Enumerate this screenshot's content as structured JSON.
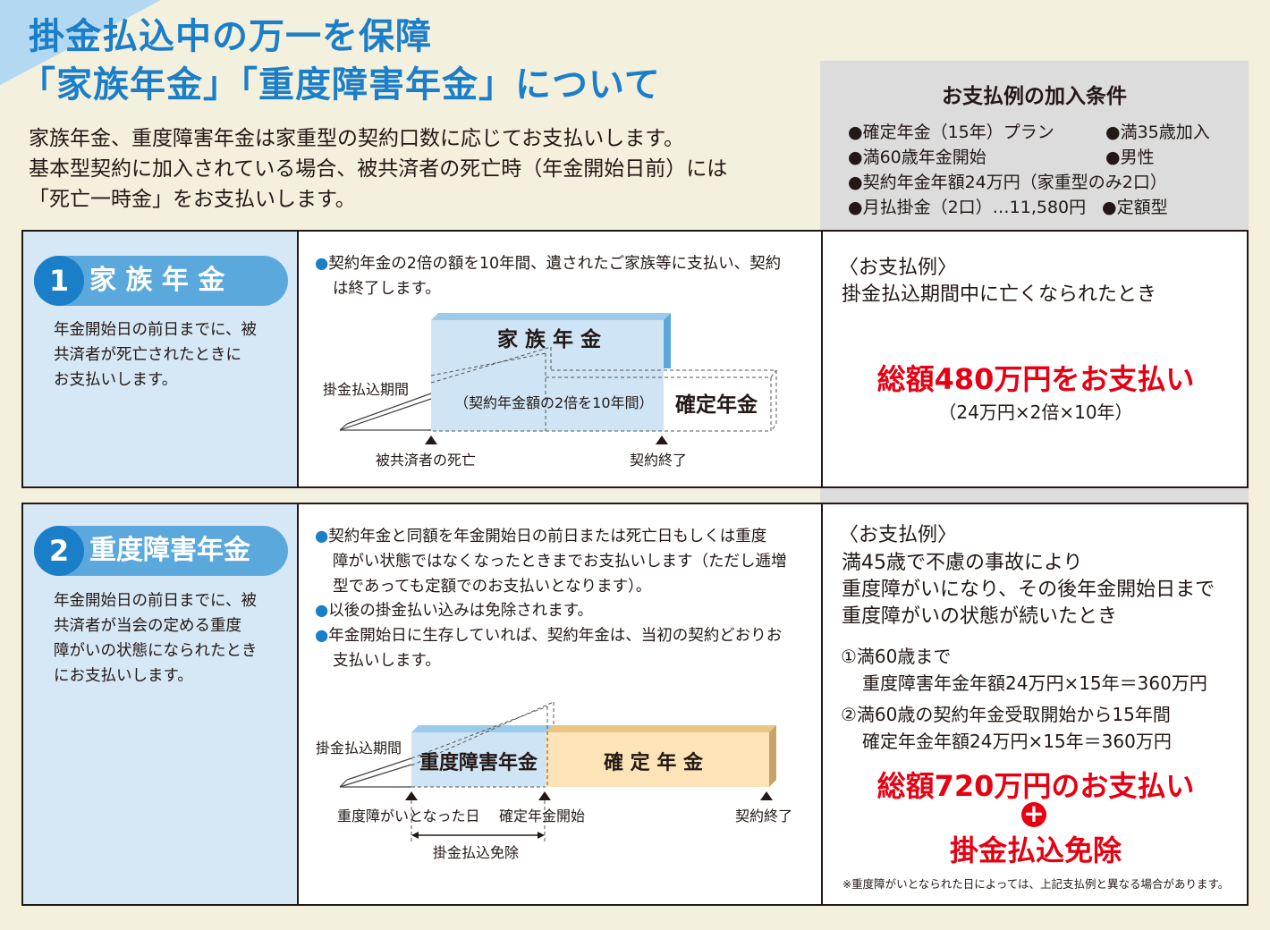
{
  "header": {
    "title_line1": "掛金払込中の万一を保障",
    "title_line2": "「家族年金」「重度障害年金」について",
    "intro": [
      "家族年金、重度障害年金は家重型の契約口数に応じてお支払いします。",
      "基本型契約に加入されている場合、被共済者の死亡時（年金開始日前）には",
      "「死亡一時金」をお支払いします。"
    ]
  },
  "conditions": {
    "title": "お支払例の加入条件",
    "items": [
      "●確定年金（15年）プラン",
      "●満35歳加入",
      "●満60歳年金開始",
      "●男性",
      "●契約年金年額24万円（家重型のみ2口）",
      "●月払掛金（2口）…11,580円",
      "●定額型"
    ]
  },
  "section1": {
    "number": "1",
    "label": "家 族 年 金",
    "description": "年金開始日の前日までに、被\n共済者が死亡されたときに\nお支払いします。",
    "bullets": [
      "契約年金の2倍の額を10年間、遺されたご家族等に支払い、契約",
      "は終了します。"
    ],
    "diagram": {
      "box_label": "家 族 年 金",
      "box_sub": "（契約年金額の2倍を10年間）",
      "dashed_label": "確定年金",
      "period": "掛金払込期間",
      "marker1": "被共済者の死亡",
      "marker2": "契約終了"
    },
    "example": {
      "heading": "〈お支払例〉",
      "case": "掛金払込期間中に亡くなられたとき",
      "total": "総額480万円をお支払い",
      "calc": "（24万円×2倍×10年）"
    }
  },
  "section2": {
    "number": "2",
    "label": "重度障害年金",
    "description": "年金開始日の前日までに、被\n共済者が当会の定める重度\n障がいの状態になられたとき\nにお支払いします。",
    "bullets": [
      "契約年金と同額を年金開始日の前日または死亡日もしくは重度",
      "障がい状態ではなくなったときまでお支払いします（ただし逓増",
      "型であっても定額でのお支払いとなります）。",
      "以後の掛金払い込みは免除されます。",
      "年金開始日に生存していれば、契約年金は、当初の契約どおりお",
      "支払いします。"
    ],
    "diagram": {
      "box1": "重度障害年金",
      "box2": "確 定 年 金",
      "period": "掛金払込期間",
      "marker1": "重度障がいとなった日",
      "marker2": "確定年金開始",
      "marker3": "契約終了",
      "waiver": "掛金払込免除"
    },
    "example": {
      "heading": "〈お支払例〉",
      "case": [
        "満45歳で不慮の事故により",
        "重度障がいになり、その後年金開始日まで",
        "重度障がいの状態が続いたとき"
      ],
      "item1": "①満60歳まで",
      "item1_calc": "重度障害年金年額24万円×15年＝360万円",
      "item2": "②満60歳の契約年金受取開始から15年間",
      "item2_calc": "確定年金年額24万円×15年＝360万円",
      "total": "総額720万円のお支払い",
      "plus": "+",
      "waiver": "掛金払込免除",
      "note": "※重度障がいとなられた日によっては、上記支払例と異なる場合があります。"
    }
  },
  "colors": {
    "blue": "#1a7fc8",
    "red": "#e60012",
    "bg": "#f4f0de"
  }
}
